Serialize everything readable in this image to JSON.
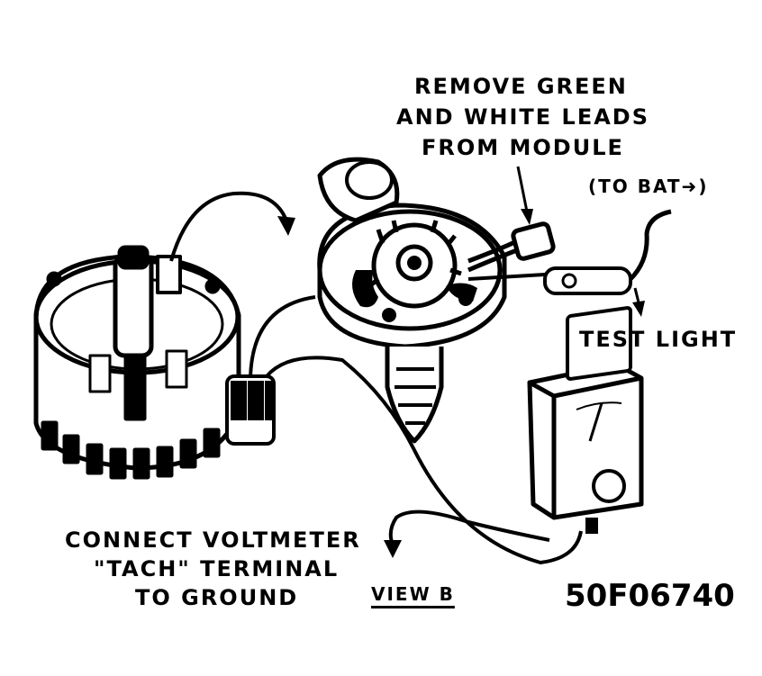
{
  "labels": {
    "remove_line1": "REMOVE GREEN",
    "remove_line2": "AND WHITE LEADS",
    "remove_line3": "FROM MODULE",
    "to_bat": "(TO BAT➜)",
    "test_light": "TEST LIGHT",
    "connect_line1": "CONNECT VOLTMETER",
    "connect_line2": "\"TACH\" TERMINAL",
    "connect_line3": "TO GROUND",
    "view": "VIEW B",
    "figure_id": "50F06740"
  },
  "colors": {
    "ink": "#000000",
    "paper": "#ffffff"
  }
}
